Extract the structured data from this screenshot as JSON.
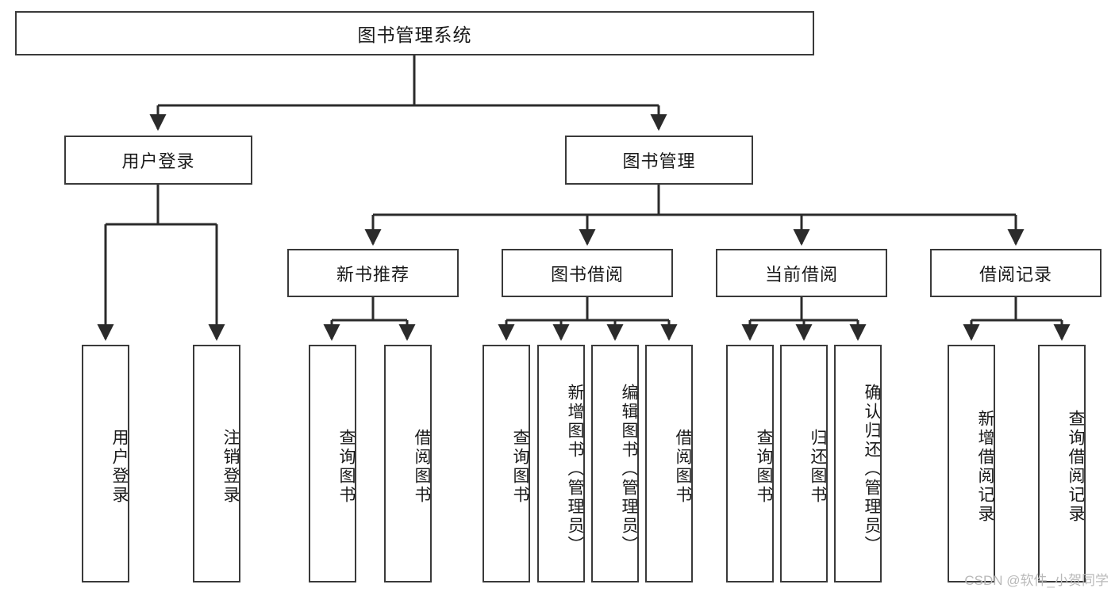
{
  "diagram": {
    "type": "tree-hierarchy",
    "title": "图书管理系统",
    "watermark": "CSDN @软件_小贺同学",
    "colors": {
      "box_border": "#3a3a3a",
      "box_fill": "#ffffff",
      "edge": "#2b2b2b",
      "text": "#1a1a1a",
      "watermark": "#b9b9b9",
      "background": "#ffffff"
    },
    "nodes": {
      "root": {
        "label": "图书管理系统",
        "level": 1
      },
      "user_login": {
        "label": "用户登录",
        "level": 2
      },
      "book_manage": {
        "label": "图书管理",
        "level": 2
      },
      "new_book_rec": {
        "label": "新书推荐",
        "level": 3
      },
      "book_borrow": {
        "label": "图书借阅",
        "level": 3
      },
      "current_borrow": {
        "label": "当前借阅",
        "level": 3
      },
      "borrow_record": {
        "label": "借阅记录",
        "level": 3
      },
      "leaf_user_login": {
        "label": "用户登录",
        "level": 3
      },
      "leaf_logout": {
        "label": "注销登录",
        "level": 3
      },
      "leaf_query_book_1": {
        "label": "查询图书",
        "level": 4
      },
      "leaf_borrow_book_1": {
        "label": "借阅图书",
        "level": 4
      },
      "leaf_query_book_2": {
        "label": "查询图书",
        "level": 4
      },
      "leaf_add_book": {
        "label": "新增图书（管理员）",
        "level": 4
      },
      "leaf_edit_book": {
        "label": "编辑图书（管理员）",
        "level": 4
      },
      "leaf_borrow_book_2": {
        "label": "借阅图书",
        "level": 4
      },
      "leaf_query_book_3": {
        "label": "查询图书",
        "level": 4
      },
      "leaf_return_book": {
        "label": "归还图书",
        "level": 4
      },
      "leaf_confirm_return": {
        "label": "确认归还（管理员）",
        "level": 4
      },
      "leaf_add_record": {
        "label": "新增借阅记录",
        "level": 4
      },
      "leaf_query_record": {
        "label": "查询借阅记录",
        "level": 4
      }
    },
    "edges": [
      {
        "from": "root",
        "to": "user_login"
      },
      {
        "from": "root",
        "to": "book_manage"
      },
      {
        "from": "user_login",
        "to": "leaf_user_login"
      },
      {
        "from": "user_login",
        "to": "leaf_logout"
      },
      {
        "from": "book_manage",
        "to": "new_book_rec"
      },
      {
        "from": "book_manage",
        "to": "book_borrow"
      },
      {
        "from": "book_manage",
        "to": "current_borrow"
      },
      {
        "from": "book_manage",
        "to": "borrow_record"
      },
      {
        "from": "new_book_rec",
        "to": "leaf_query_book_1"
      },
      {
        "from": "new_book_rec",
        "to": "leaf_borrow_book_1"
      },
      {
        "from": "book_borrow",
        "to": "leaf_query_book_2"
      },
      {
        "from": "book_borrow",
        "to": "leaf_add_book"
      },
      {
        "from": "book_borrow",
        "to": "leaf_edit_book"
      },
      {
        "from": "book_borrow",
        "to": "leaf_borrow_book_2"
      },
      {
        "from": "current_borrow",
        "to": "leaf_query_book_3"
      },
      {
        "from": "current_borrow",
        "to": "leaf_return_book"
      },
      {
        "from": "current_borrow",
        "to": "leaf_confirm_return"
      },
      {
        "from": "borrow_record",
        "to": "leaf_add_record"
      },
      {
        "from": "borrow_record",
        "to": "leaf_query_record"
      }
    ]
  }
}
